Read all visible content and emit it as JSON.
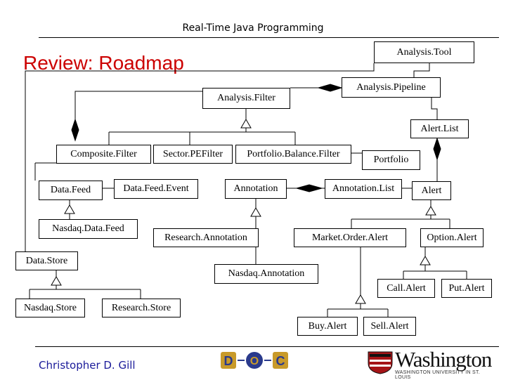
{
  "header": {
    "course": "Real-Time Java Programming"
  },
  "slide": {
    "title": "Review: Roadmap"
  },
  "classes": {
    "analysis_tool": "Analysis.Tool",
    "analysis_pipeline": "Analysis.Pipeline",
    "analysis_filter": "Analysis.Filter",
    "alert_list": "Alert.List",
    "composite_filter": "Composite.Filter",
    "sector_pe_filter": "Sector.PEFilter",
    "portfolio_balance_filter": "Portfolio.Balance.Filter",
    "portfolio": "Portfolio",
    "data_feed": "Data.Feed",
    "data_feed_event": "Data.Feed.Event",
    "annotation": "Annotation",
    "annotation_list": "Annotation.List",
    "alert": "Alert",
    "nasdaq_data_feed": "Nasdaq.Data.Feed",
    "research_annotation": "Research.Annotation",
    "market_order_alert": "Market.Order.Alert",
    "option_alert": "Option.Alert",
    "data_store": "Data.Store",
    "nasdaq_annotation": "Nasdaq.Annotation",
    "call_alert": "Call.Alert",
    "put_alert": "Put.Alert",
    "nasdaq_store": "Nasdaq.Store",
    "research_store": "Research.Store",
    "buy_alert": "Buy.Alert",
    "sell_alert": "Sell.Alert"
  },
  "footer": {
    "author": "Christopher D. Gill",
    "doc_logo_letters": [
      "D",
      "O",
      "C"
    ],
    "university": "Washington",
    "university_sub": "WASHINGTON UNIVERSITY IN ST. LOUIS"
  },
  "colors": {
    "title": "#cc0000",
    "author": "#1a1a99",
    "logo_red": "#a51417",
    "doc_blue": "#2a3a8c",
    "doc_gold": "#c89a2a"
  }
}
